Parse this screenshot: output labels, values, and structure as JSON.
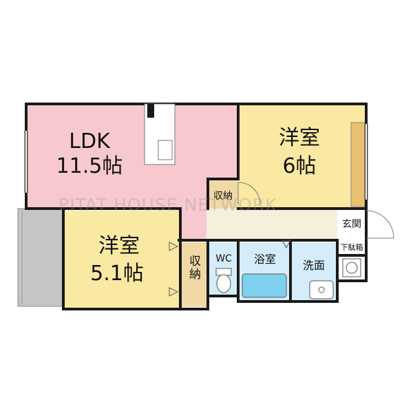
{
  "colors": {
    "ldk": "#f7c9cf",
    "room": "#fae9a2",
    "closet": "#f1d8a5",
    "hall": "#f4f0dc",
    "wet": "#d5ecfa",
    "balcony": "#c5c5c5",
    "wall": "#1a1a1a",
    "bath": "#7fd0ee",
    "shelf": "#e8c070"
  },
  "rooms": {
    "ldk": {
      "name": "LDK",
      "size": "11.5帖"
    },
    "western1": {
      "name": "洋室",
      "size": "6帖"
    },
    "western2": {
      "name": "洋室",
      "size": "5.1帖"
    },
    "storage_small": "収納",
    "storage_tall": "収納",
    "wc": "WC",
    "bathroom": "浴室",
    "washroom": "洗面",
    "entrance": "玄関",
    "shoe_box": "下駄箱"
  },
  "watermark": "PITAT HOUSE NETWORK"
}
